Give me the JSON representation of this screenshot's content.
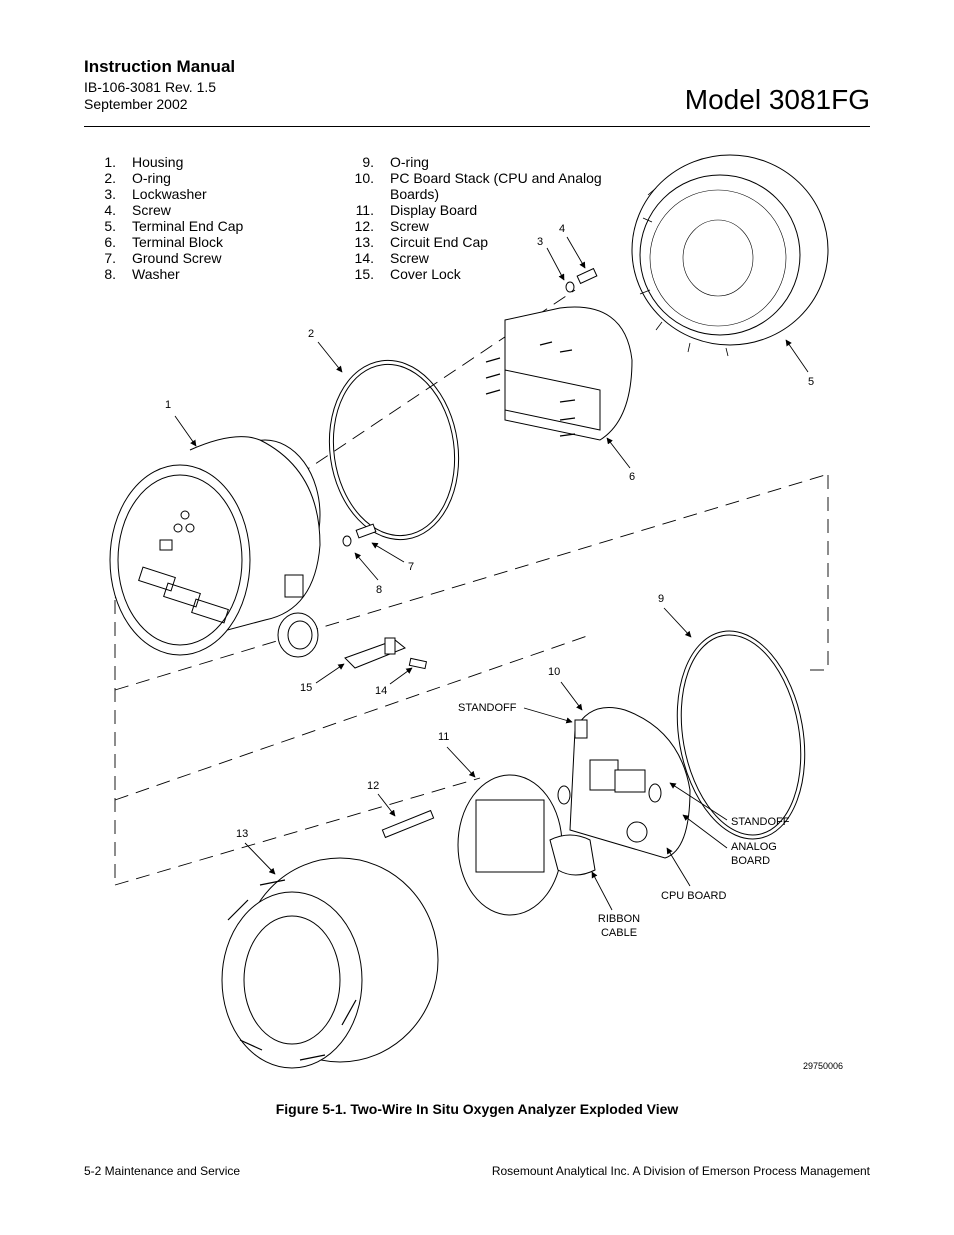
{
  "header": {
    "title": "Instruction Manual",
    "doc_number": "IB-106-3081 Rev. 1.5",
    "date": "September 2002",
    "model": "Model 3081FG"
  },
  "parts_left": [
    {
      "num": "1.",
      "label": "Housing"
    },
    {
      "num": "2.",
      "label": "O-ring"
    },
    {
      "num": "3.",
      "label": "Lockwasher"
    },
    {
      "num": "4.",
      "label": "Screw"
    },
    {
      "num": "5.",
      "label": "Terminal End Cap"
    },
    {
      "num": "6.",
      "label": "Terminal Block"
    },
    {
      "num": "7.",
      "label": "Ground Screw"
    },
    {
      "num": "8.",
      "label": "Washer"
    }
  ],
  "parts_right": [
    {
      "num": "9.",
      "label": "O-ring"
    },
    {
      "num": "10.",
      "label": "PC Board Stack (CPU and Analog Boards)"
    },
    {
      "num": "11.",
      "label": "Display Board"
    },
    {
      "num": "12.",
      "label": "Screw"
    },
    {
      "num": "13.",
      "label": "Circuit End Cap"
    },
    {
      "num": "14.",
      "label": "Screw"
    },
    {
      "num": "15.",
      "label": "Cover Lock"
    }
  ],
  "callouts": {
    "c1": "1",
    "c2": "2",
    "c3": "3",
    "c4": "4",
    "c5": "5",
    "c6": "6",
    "c7": "7",
    "c8": "8",
    "c9": "9",
    "c10": "10",
    "c11": "11",
    "c12": "12",
    "c13": "13",
    "c14": "14",
    "c15": "15",
    "standoff_top": "STANDOFF",
    "standoff_right": "STANDOFF",
    "analog_1": "ANALOG",
    "analog_2": "BOARD",
    "cpu_board": "CPU BOARD",
    "ribbon_1": "RIBBON",
    "ribbon_2": "CABLE",
    "drawing_id": "29750006"
  },
  "figure_caption": "Figure 5-1.  Two-Wire In Situ Oxygen Analyzer Exploded View",
  "footer": {
    "left": "5-2     Maintenance and Service",
    "right": "Rosemount Analytical Inc.    A Division of Emerson Process Management"
  }
}
